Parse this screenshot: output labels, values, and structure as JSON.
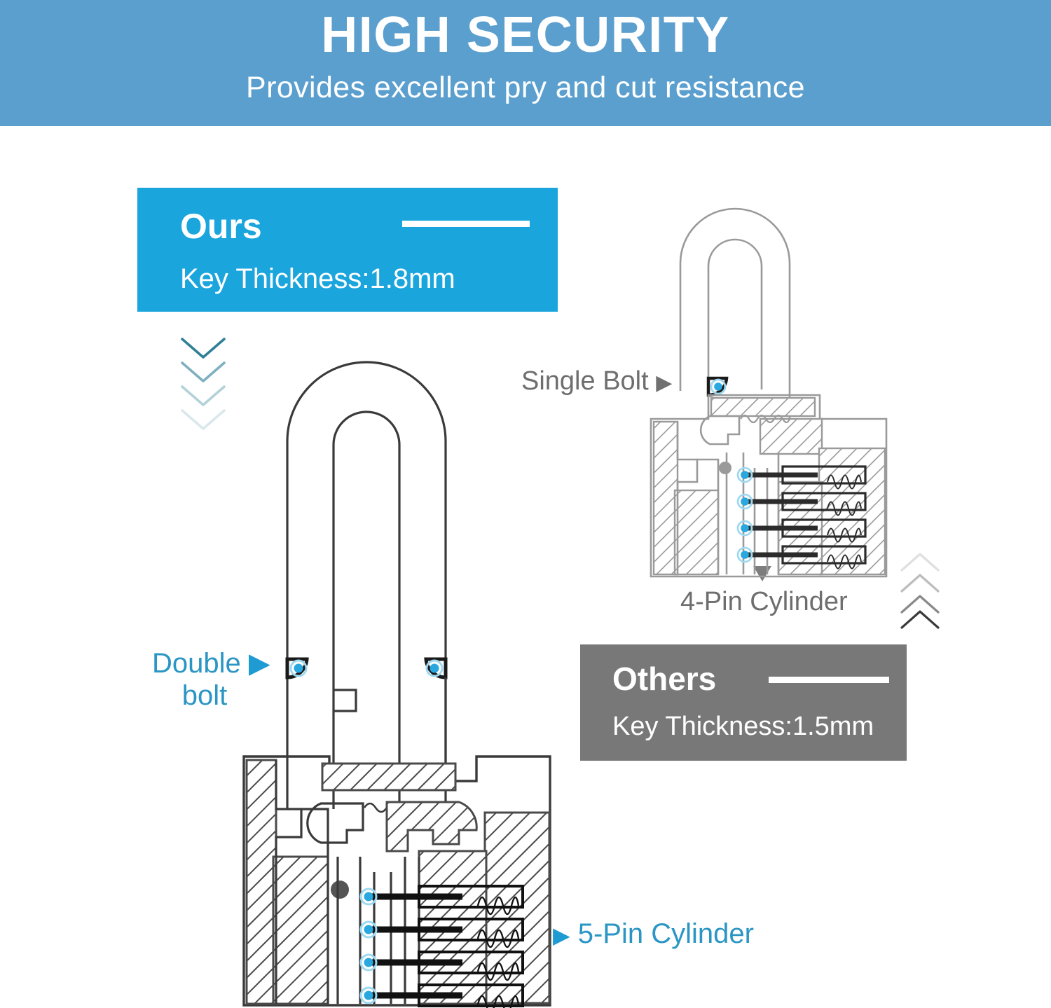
{
  "header": {
    "title": "HIGH SECURITY",
    "subtitle": "Provides excellent pry and cut resistance",
    "background_color": "#5b9fcf",
    "text_color": "#ffffff"
  },
  "ours": {
    "badge_title": "Ours",
    "badge_subtitle": "Key Thickness:1.8mm",
    "badge_color": "#1ba5dd",
    "labels": {
      "bolt_line1": "Double",
      "bolt_line2": "bolt",
      "bolt_marker": "▶",
      "cylinder": "5-Pin Cylinder",
      "cylinder_marker": "▶"
    },
    "specs": {
      "key_thickness_mm": 1.8,
      "bolt_count": 2,
      "pin_count": 5
    }
  },
  "others": {
    "badge_title": "Others",
    "badge_subtitle": "Key Thickness:1.5mm",
    "badge_color": "#787878",
    "labels": {
      "bolt": "Single Bolt",
      "bolt_marker": "▶",
      "cylinder": "4-Pin Cylinder",
      "cylinder_marker": "▼"
    },
    "specs": {
      "key_thickness_mm": 1.5,
      "bolt_count": 1,
      "pin_count": 4
    }
  },
  "colors": {
    "accent_blue": "#1ba5dd",
    "label_blue": "#2b96c4",
    "label_gray": "#6e6e6e",
    "pin_dot": "#29a8e0",
    "line_dark": "#3a3a3a",
    "line_light": "#9a9a9a"
  },
  "chevrons": {
    "down_count": 4,
    "down_direction": "down",
    "down_color": "#2f7f96",
    "up_count": 4,
    "up_direction": "up",
    "up_color": "#3a3a3a"
  }
}
